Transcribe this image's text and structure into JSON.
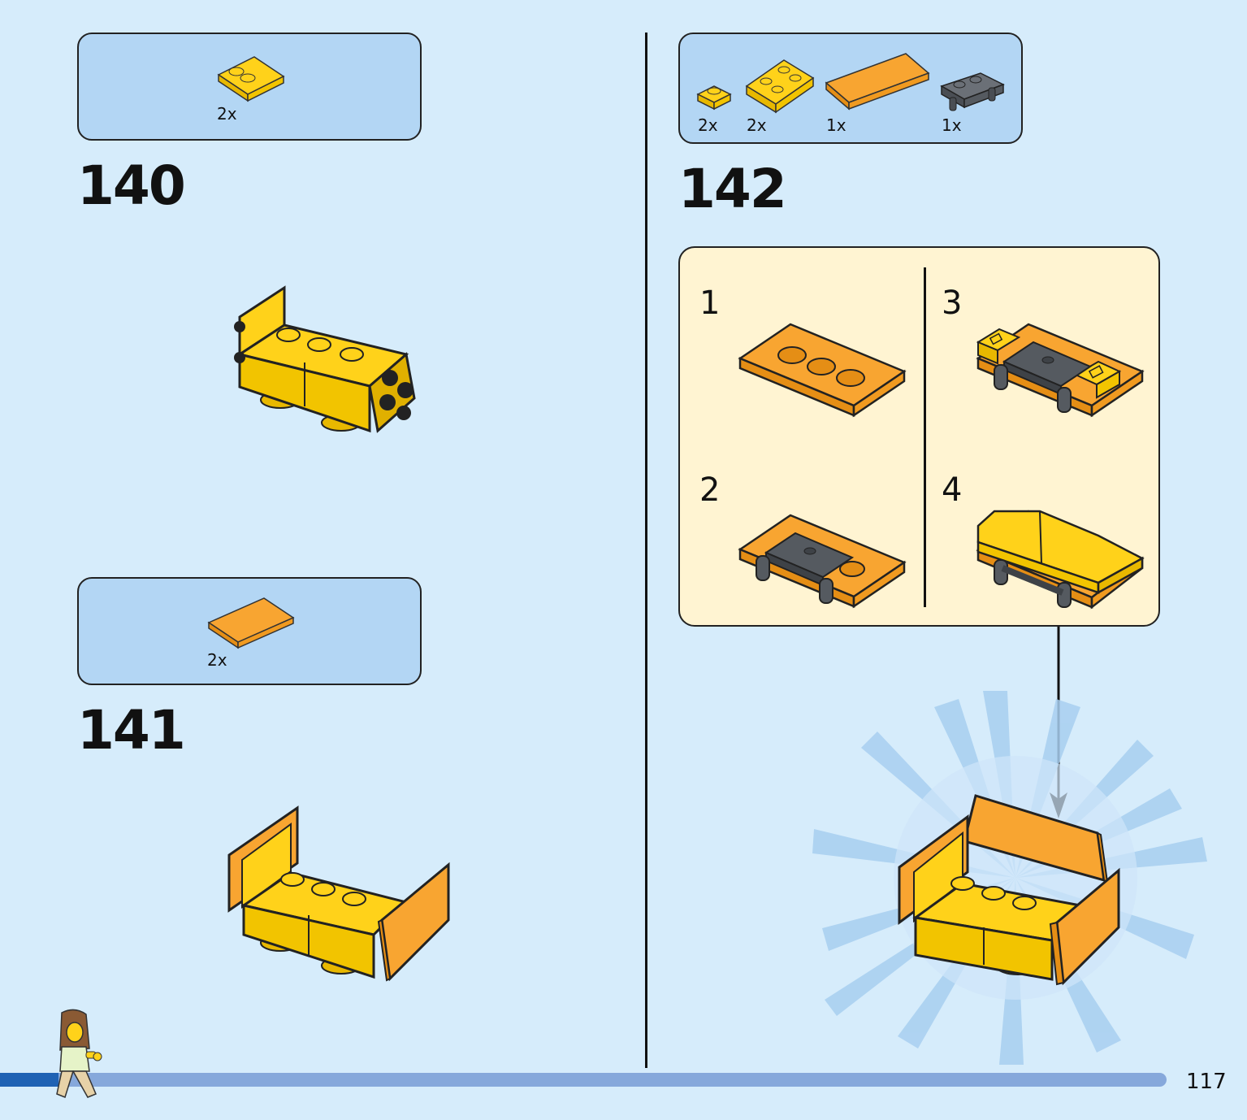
{
  "steps": [
    {
      "number": "140",
      "parts": [
        {
          "qty": "2x",
          "icon": "yellow-slope-plate-icon"
        }
      ]
    },
    {
      "number": "141",
      "parts": [
        {
          "qty": "2x",
          "icon": "orange-tile-icon"
        }
      ]
    },
    {
      "number": "142",
      "parts": [
        {
          "qty": "2x",
          "icon": "yellow-plate-1x1-icon"
        },
        {
          "qty": "2x",
          "icon": "yellow-plate-2x2-icon"
        },
        {
          "qty": "1x",
          "icon": "orange-tile-large-icon"
        },
        {
          "qty": "1x",
          "icon": "gray-bar-holder-icon"
        }
      ],
      "substeps": [
        "1",
        "2",
        "3",
        "4"
      ]
    }
  ],
  "page_number": "117",
  "progress": 0.05,
  "colors": {
    "background": "#d6ecfb",
    "parts_box": "#b3d6f4",
    "substep_box": "#fff4d2",
    "yellow": "#ffd21a",
    "orange": "#f8a531",
    "gray": "#555a60",
    "progress": "#1f62b4"
  }
}
